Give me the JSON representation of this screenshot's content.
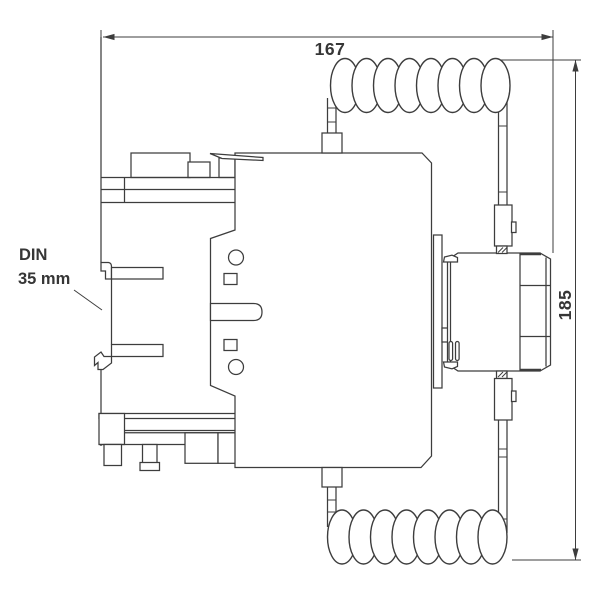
{
  "labels": {
    "width_dim": "167",
    "height_dim": "185",
    "din_line1": "DIN",
    "din_line2": "35 mm"
  },
  "colors": {
    "line": "#3d3d3d",
    "text": "#363636",
    "background": "#ffffff"
  }
}
